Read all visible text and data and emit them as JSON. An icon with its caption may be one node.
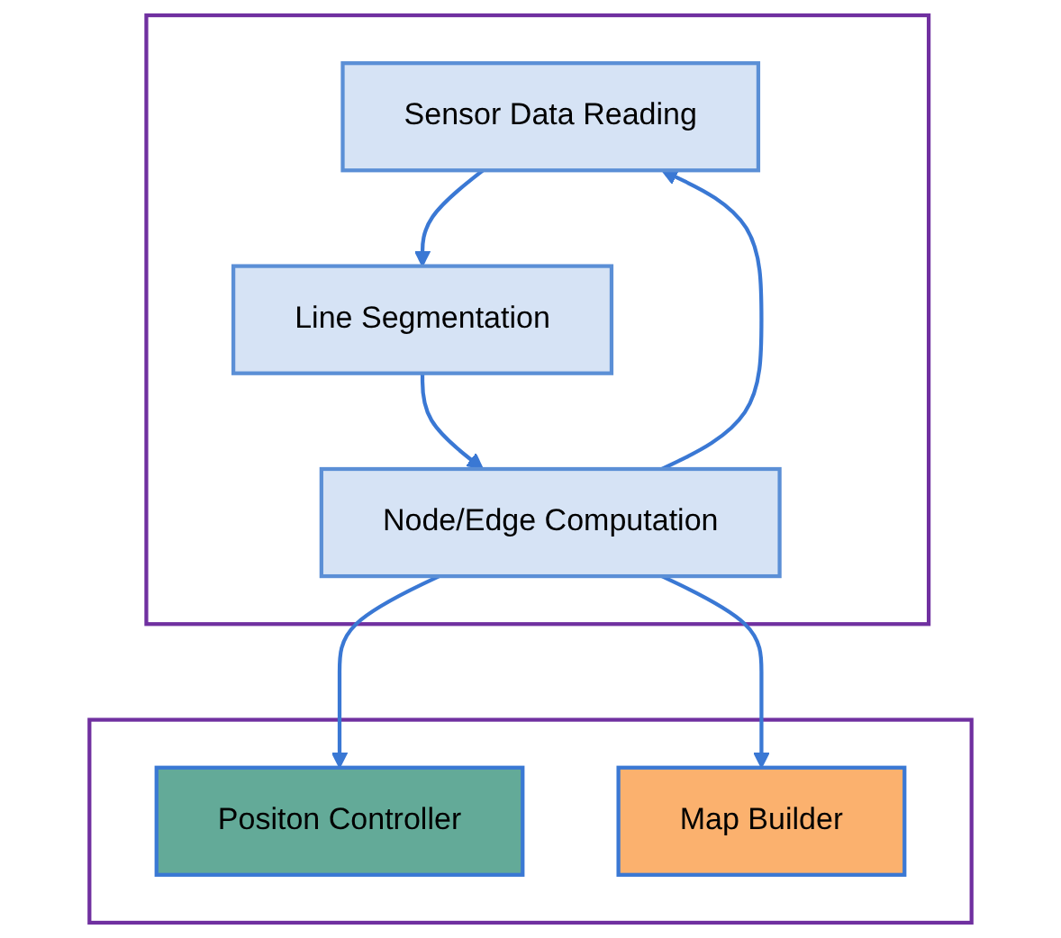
{
  "diagram": {
    "nodes": [
      {
        "text": [],
        "shape": "box"
      },
      {
        "text": [],
        "shape": "box"
      },
      {
        "text": [
          "Sensor Data Reading"
        ],
        "in": 0
      },
      {
        "text": [
          "Line Segmentation"
        ],
        "in": 0
      },
      {
        "text": [
          "Node/Edge Computation"
        ],
        "in": 0
      },
      {
        "text": [
          "Positon Controller"
        ],
        "in": 1
      },
      {
        "text": [
          "Map Builder"
        ],
        "in": 1
      }
    ],
    "edges": [
      {
        "from": 2,
        "to": 3,
        "arrow": "to"
      },
      {
        "from": 3,
        "to": 4,
        "arrow": "to"
      },
      {
        "from": 4,
        "to": 2,
        "arrow": "to"
      },
      {
        "from": 4,
        "to": 5,
        "arrow": "to"
      },
      {
        "from": 4,
        "to": 6,
        "arrow": "to"
      }
    ]
  }
}
